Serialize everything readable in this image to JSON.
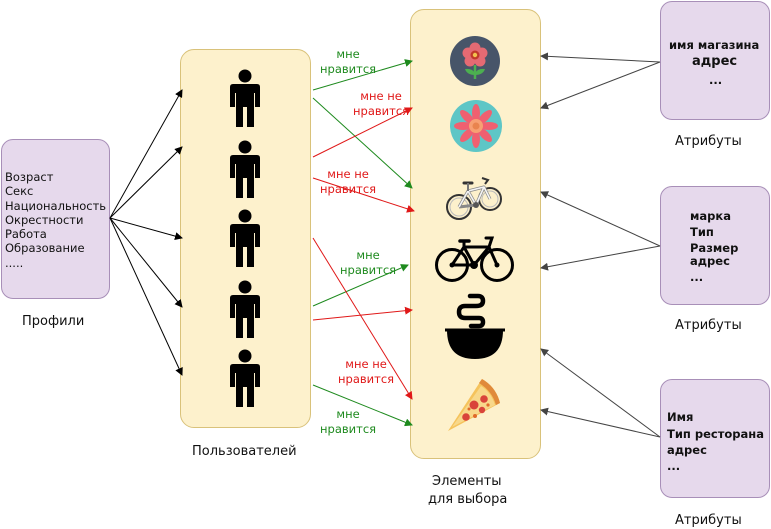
{
  "profiles": {
    "fields": [
      "Возраст",
      "Секс",
      "Национальность",
      "Окрестности",
      "Работа",
      "Образование",
      "....."
    ],
    "caption": "Профили"
  },
  "users": {
    "caption": "Пользователей",
    "count": 5
  },
  "items": {
    "caption_line1": "Элементы",
    "caption_line2": "для выбора",
    "icons": [
      "flower-icon",
      "flower-icon",
      "bicycle-icon",
      "bicycle-icon",
      "bowl-icon",
      "pizza-icon"
    ]
  },
  "edge_labels": {
    "like": "мне\nнравится",
    "like_line1": "мне",
    "like_line2": "нравится",
    "dislike_line1": "мне не",
    "dislike_line2": "нравится"
  },
  "attributes": {
    "caption": "Атрибуты",
    "shop": [
      "имя магазина",
      "адрес",
      "..."
    ],
    "bike": [
      "марка",
      "Тип",
      "Размер",
      "адрес",
      "..."
    ],
    "restaurant": [
      "Имя",
      "Тип ресторана",
      "адрес",
      "..."
    ]
  },
  "colors": {
    "like": "#1e8a1e",
    "dislike": "#e01818",
    "box_fill_purple": "#e6d9ec",
    "box_fill_yellow": "#fdf1cc"
  }
}
